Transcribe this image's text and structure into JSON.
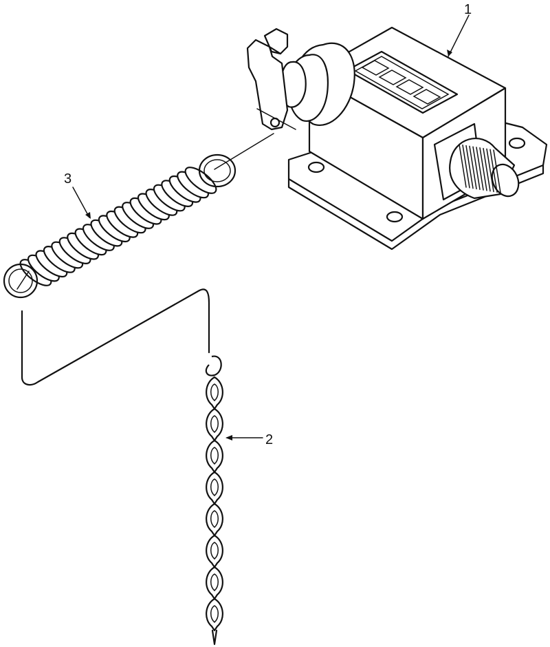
{
  "diagram": {
    "callouts": [
      {
        "id": "1",
        "label": "1"
      },
      {
        "id": "2",
        "label": "2"
      },
      {
        "id": "3",
        "label": "3"
      }
    ],
    "parts": {
      "counter": {
        "icon": "digital-counter-icon",
        "digit_windows": 4
      },
      "chain": {
        "icon": "chain-icon",
        "links": 8
      },
      "spring": {
        "icon": "coil-spring-icon",
        "coils": 22
      }
    }
  }
}
